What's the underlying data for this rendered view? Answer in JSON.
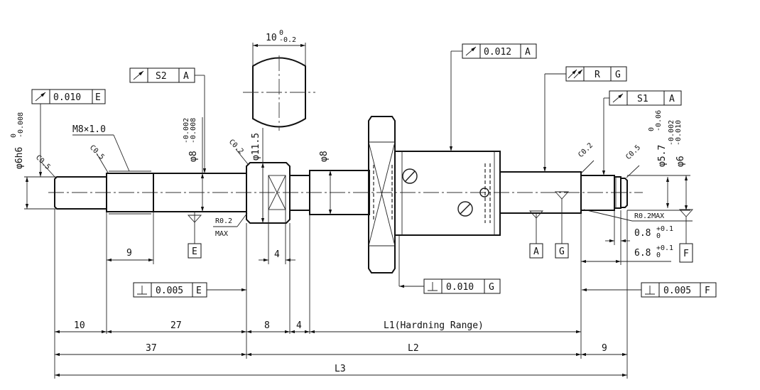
{
  "title": "",
  "notes": {
    "chamfer_c05": "C0.5",
    "chamfer_c02": "C0.2",
    "thread": "M8×1.0",
    "fillet_r02": "R0.2",
    "max": "MAX",
    "fillet_r02max": "R0.2MAX"
  },
  "dimensions": {
    "d_6h6": "φ6h6",
    "tol_6h6": "-0.008",
    "tol_6h6_upper": "0",
    "d_8_main": "φ8",
    "tol_8_upper": "-0.002",
    "tol_8_lower": "-0.008",
    "d_11_5": "φ11.5",
    "d_8": "φ8",
    "d_5_7": "φ5.7",
    "tol_5_7_upper": "0",
    "tol_5_7_lower": "-0.06",
    "d_6": "φ6",
    "tol_6_upper": "-0.002",
    "tol_6_lower": "-0.010",
    "flat_10": "10",
    "flat_tol_upper": "0",
    "flat_tol_lower": "-0.2",
    "len_9": "9",
    "len_4": "4",
    "groove_0_8": "0.8",
    "groove_0_8_tol_upper": "+0.1",
    "groove_0_8_tol_lower": "0",
    "groove_6_8": "6.8",
    "groove_6_8_tol_upper": "+0.1",
    "groove_6_8_tol_lower": "0",
    "bottom_10": "10",
    "bottom_27": "27",
    "bottom_8": "8",
    "bottom_4": "4",
    "bottom_L1": "L1(Hardning Range)",
    "bottom_37": "37",
    "bottom_L2": "L2",
    "bottom_9": "9",
    "bottom_L3": "L3"
  },
  "datums": [
    "E",
    "A",
    "G",
    "F"
  ],
  "tolerance_frames": [
    {
      "id": "runout-e",
      "symbol": "circular-runout",
      "value": "0.010",
      "datum": "E"
    },
    {
      "id": "runout-s2",
      "symbol": "circular-runout",
      "value": "S2",
      "datum": "A"
    },
    {
      "id": "runout-a",
      "symbol": "circular-runout",
      "value": "0.012",
      "datum": "A"
    },
    {
      "id": "total-runout",
      "symbol": "total-runout",
      "value": "R",
      "datum": "G"
    },
    {
      "id": "runout-s1",
      "symbol": "circular-runout",
      "value": "S1",
      "datum": "A"
    },
    {
      "id": "perp-e",
      "symbol": "perpendicularity",
      "value": "0.005",
      "datum": "E"
    },
    {
      "id": "perp-g",
      "symbol": "perpendicularity",
      "value": "0.010",
      "datum": "G"
    },
    {
      "id": "perp-f",
      "symbol": "perpendicularity",
      "value": "0.005",
      "datum": "F"
    }
  ]
}
